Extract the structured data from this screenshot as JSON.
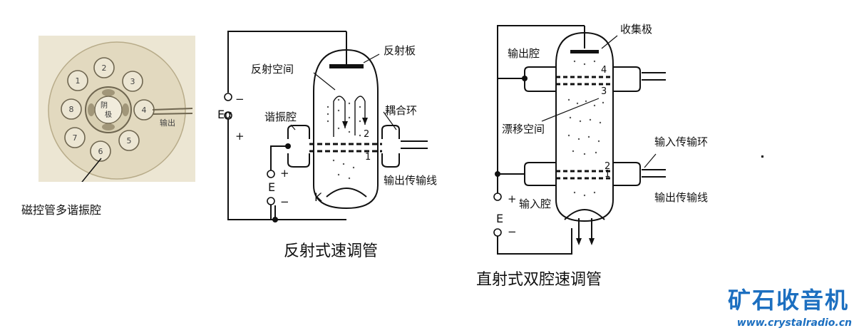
{
  "magnetron": {
    "caption": "磁控管多谐振腔",
    "cathode_label": "阴极",
    "output_label": "输出",
    "cavity_numbers": [
      "1",
      "2",
      "3",
      "4",
      "5",
      "6",
      "7",
      "8"
    ]
  },
  "reflex": {
    "caption": "反射式速调管",
    "labels": {
      "reflector": "反射板",
      "reflect_space": "反射空间",
      "resonator": "谐振腔",
      "coupling_loop": "耦合环",
      "output_line": "输出传输线",
      "ea": "Eα",
      "e": "E",
      "k": "K",
      "grid_1": "1",
      "grid_2": "2",
      "plus": "+",
      "minus": "−"
    }
  },
  "klystron": {
    "caption": "直射式双腔速调管",
    "labels": {
      "collector": "收集极",
      "output_cavity": "输出腔",
      "drift_space": "漂移空间",
      "input_loop": "输入传输环",
      "output_line": "输出传输线",
      "input_cavity": "输入腔",
      "e": "E",
      "grid_1": "1",
      "grid_2": "2",
      "grid_3": "3",
      "grid_4": "4",
      "plus": "+",
      "minus": "−"
    }
  },
  "brand": {
    "name": "矿石收音机",
    "site": "www.crystalradio.cn"
  },
  "colors": {
    "brand": "#1c6fc0",
    "photo_bg": "#e8e0c8",
    "line": "#111111"
  }
}
